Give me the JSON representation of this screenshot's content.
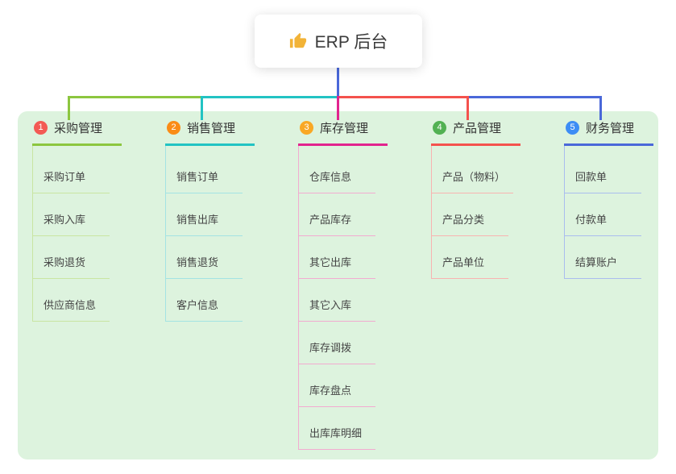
{
  "root": {
    "title": "ERP 后台",
    "icon": "thumbs-up-icon",
    "icon_color": "#f2b337"
  },
  "colors": {
    "trunk": "#4a68d9",
    "panel_bg": "#ddf3de"
  },
  "branches": [
    {
      "number": "1",
      "label": "采购管理",
      "circle_color": "#f35a54",
      "line_color": "#8cc63f",
      "light_color": "#c9e5a2",
      "children": [
        "采购订单",
        "采购入库",
        "采购退货",
        "供应商信息"
      ]
    },
    {
      "number": "2",
      "label": "销售管理",
      "circle_color": "#fa8c16",
      "line_color": "#22c3c3",
      "light_color": "#a3e3e3",
      "children": [
        "销售订单",
        "销售出库",
        "销售退货",
        "客户信息"
      ]
    },
    {
      "number": "3",
      "label": "库存管理",
      "circle_color": "#f9a825",
      "line_color": "#e2238e",
      "light_color": "#f2abd0",
      "children": [
        "仓库信息",
        "产品库存",
        "其它出库",
        "其它入库",
        "库存调拨",
        "库存盘点",
        "出库库明细"
      ]
    },
    {
      "number": "4",
      "label": "产品管理",
      "circle_color": "#52b153",
      "line_color": "#f4524d",
      "light_color": "#f8b3b0",
      "children": [
        "产品（物料）",
        "产品分类",
        "产品单位"
      ]
    },
    {
      "number": "5",
      "label": "财务管理",
      "circle_color": "#3d8df5",
      "line_color": "#4a68d9",
      "light_color": "#aabdee",
      "children": [
        "回款单",
        "付款单",
        "结算账户"
      ]
    }
  ]
}
